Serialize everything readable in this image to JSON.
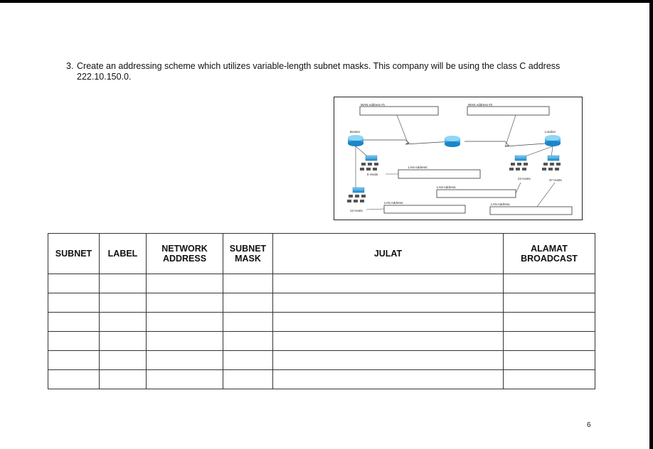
{
  "question": {
    "number": "3.",
    "text": "Create an addressing scheme which utilizes variable-length subnet masks. This company will be using the class C address 222.10.150.0."
  },
  "diagram": {
    "wan1_label": "WAN Address #1",
    "wan2_label": "WAN Address #2",
    "router_left_label": "Boston",
    "router_right_label": "London",
    "lan_label": "LAN Address:",
    "hosts_6": "6 Hosts",
    "hosts_12": "12 Hosts",
    "hosts_24": "24 Hosts",
    "hosts_37": "37 Hosts"
  },
  "table": {
    "headers": [
      "SUBNET",
      "LABEL",
      "NETWORK\nADDRESS",
      "SUBNET\nMASK",
      "JULAT",
      "ALAMAT\nBROADCAST"
    ],
    "rows": [
      [
        "",
        "",
        "",
        "",
        "",
        ""
      ],
      [
        "",
        "",
        "",
        "",
        "",
        ""
      ],
      [
        "",
        "",
        "",
        "",
        "",
        ""
      ],
      [
        "",
        "",
        "",
        "",
        "",
        ""
      ],
      [
        "",
        "",
        "",
        "",
        "",
        ""
      ],
      [
        "",
        "",
        "",
        "",
        "",
        ""
      ]
    ]
  },
  "page_number": "6"
}
